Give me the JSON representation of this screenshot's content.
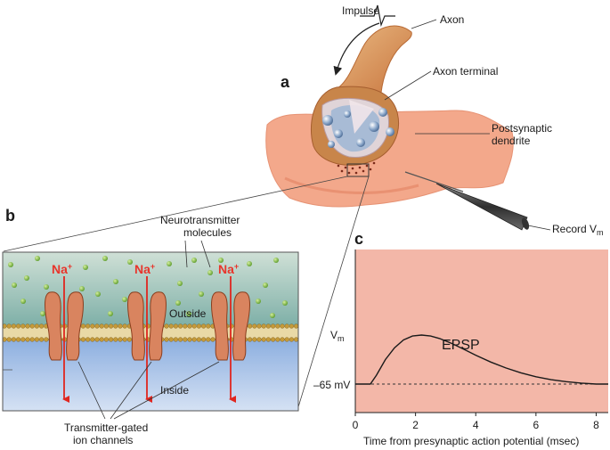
{
  "panel_a": {
    "letter": "a",
    "impulse_label": "Impulse",
    "axon_label": "Axon",
    "axon_terminal_label": "Axon terminal",
    "postsynaptic_label_line1": "Postsynaptic",
    "postsynaptic_label_line2": "dendrite",
    "record_label": "Record V",
    "record_subscript": "m"
  },
  "panel_b": {
    "letter": "b",
    "neurotransmitter_line1": "Neurotransmitter",
    "neurotransmitter_line2": "molecules",
    "ion_label": "Na",
    "ion_charge": "+",
    "outside_label": "Outside",
    "inside_label": "Inside",
    "channels_line1": "Transmitter-gated",
    "channels_line2": "ion channels"
  },
  "panel_c": {
    "letter": "c",
    "curve_label": "EPSP",
    "colors": {
      "background": "#f3b7a8",
      "curve": "#1a1a1a"
    },
    "chart_data": {
      "type": "line",
      "xlabel": "Time from presynaptic action potential (msec)",
      "ylabel": "V",
      "ylabel_subscript": "m",
      "baseline_label": "–65 mV",
      "xlim": [
        0,
        8.4
      ],
      "x_ticks": [
        "0",
        "2",
        "4",
        "6",
        "8"
      ],
      "x_tick_values": [
        0,
        2,
        4,
        6,
        8
      ],
      "baseline_value": 0,
      "ylim": [
        -0.15,
        1.2
      ],
      "series": [
        {
          "x": [
            0,
            0.5,
            0.7,
            1.0,
            1.3,
            1.6,
            1.9,
            2.2,
            2.5,
            2.8,
            3.2,
            3.6,
            4.0,
            4.5,
            5.0,
            5.5,
            6.0,
            6.5,
            7.0,
            7.5,
            8.0,
            8.4
          ],
          "values": [
            0,
            0,
            0.18,
            0.5,
            0.74,
            0.9,
            0.98,
            1.0,
            0.98,
            0.93,
            0.83,
            0.71,
            0.59,
            0.45,
            0.33,
            0.23,
            0.15,
            0.09,
            0.05,
            0.02,
            0.0,
            0.0
          ]
        }
      ]
    }
  }
}
